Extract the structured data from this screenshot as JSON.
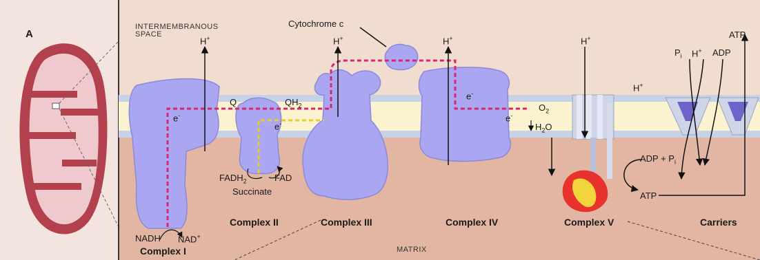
{
  "panel_letter": "A",
  "regions": {
    "intermembranous_line1": "Intermembranous",
    "intermembranous_line2": "space",
    "matrix": "Matrix"
  },
  "molecules": {
    "cytochrome_c": "Cytochrome c",
    "q": "Q",
    "qh": "QH",
    "e": "e",
    "o": "O",
    "h2o_main": "H",
    "h2o_tail": "O",
    "fadh": "FADH",
    "fad": "FAD",
    "succinate": "Succinate",
    "nadh": "NADH",
    "nad": "NAD",
    "h": "H",
    "atp": "ATP",
    "adp": "ADP",
    "pi": "P",
    "pi_sub": "i",
    "adp_pi": "ADP + P",
    "two": "2",
    "plus": "+",
    "minus": "-"
  },
  "complexes": {
    "c1": "Complex I",
    "c2": "Complex II",
    "c3": "Complex III",
    "c4": "Complex IV",
    "c5": "Complex V",
    "carriers": "Carriers"
  },
  "colors": {
    "ims_bg": "#f1dcd0",
    "matrix_bg": "#e2b6a2",
    "membrane_core": "#fbf3cf",
    "membrane_head": "#c7d2e7",
    "protein": "#aaa6f2",
    "protein_edge": "#8d89d9",
    "electron_path": "#d8266e",
    "fadh_path": "#e0cf2c",
    "mito_outer": "#b3404d",
    "mito_inner": "#efc9cd",
    "atp_red": "#e8322e",
    "atp_yellow": "#f2d53a"
  }
}
